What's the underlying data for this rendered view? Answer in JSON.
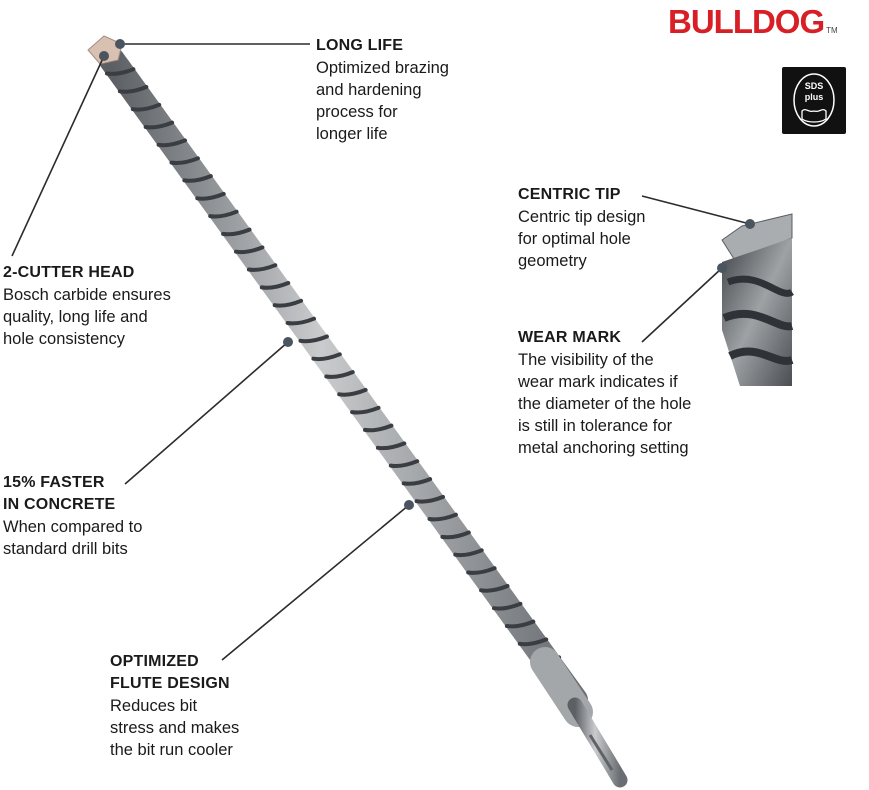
{
  "brand": {
    "logo_text": "BULLDOG",
    "trademark": "TM"
  },
  "badge": {
    "line1": "SDS",
    "line2": "plus"
  },
  "callouts": {
    "long_life": {
      "title": "LONG LIFE",
      "body": "Optimized brazing\nand hardening\nprocess for\nlonger life"
    },
    "cutter_head": {
      "title": "2-CUTTER HEAD",
      "body": "Bosch carbide ensures\nquality, long life and\nhole consistency"
    },
    "faster": {
      "title": "15% FASTER\nIN CONCRETE",
      "body": "When compared to\nstandard drill bits"
    },
    "flute": {
      "title": "OPTIMIZED\nFLUTE DESIGN",
      "body": "Reduces bit\nstress and makes\nthe bit run cooler"
    },
    "centric_tip": {
      "title": "CENTRIC TIP",
      "body": "Centric tip design\nfor optimal hole\ngeometry"
    },
    "wear_mark": {
      "title": "WEAR MARK",
      "body": "The visibility of the\nwear mark indicates if\nthe diameter of the hole\nis still in tolerance for\nmetal anchoring setting"
    }
  },
  "colors": {
    "brand_red": "#d81f26",
    "leader_line": "#2b2b2b",
    "dot": "#4a5560",
    "steel": "#8a8d90"
  }
}
